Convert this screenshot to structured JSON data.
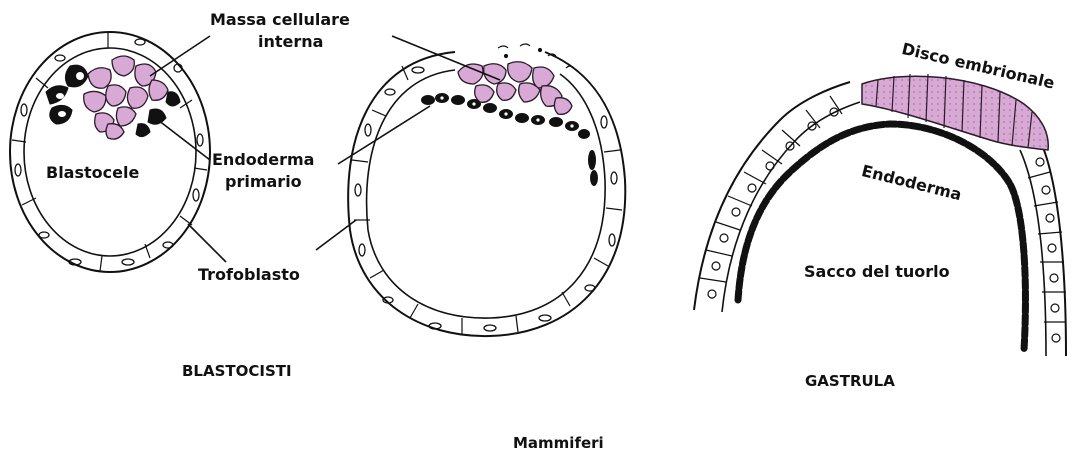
{
  "labels": {
    "massa_line1": "Massa cellulare",
    "massa_line2": "interna",
    "blastocele": "Blastocele",
    "endoderma_primario_line1": "Endoderma",
    "endoderma_primario_line2": "primario",
    "trofoblasto": "Trofoblasto",
    "disco_embrionale": "Disco embrionale",
    "endoderma": "Endoderma",
    "sacco_tuorlo": "Sacco del tuorlo"
  },
  "captions": {
    "blastocisti": "BLASTOCISTI",
    "gastrula": "GASTRULA",
    "mammiferi": "Mammiferi"
  },
  "colors": {
    "ink": "#111111",
    "inner_cell_fill": "#d9a9d6",
    "inner_cell_stroke": "#2a1a2a",
    "trophoblast_fill": "#ffffff"
  }
}
